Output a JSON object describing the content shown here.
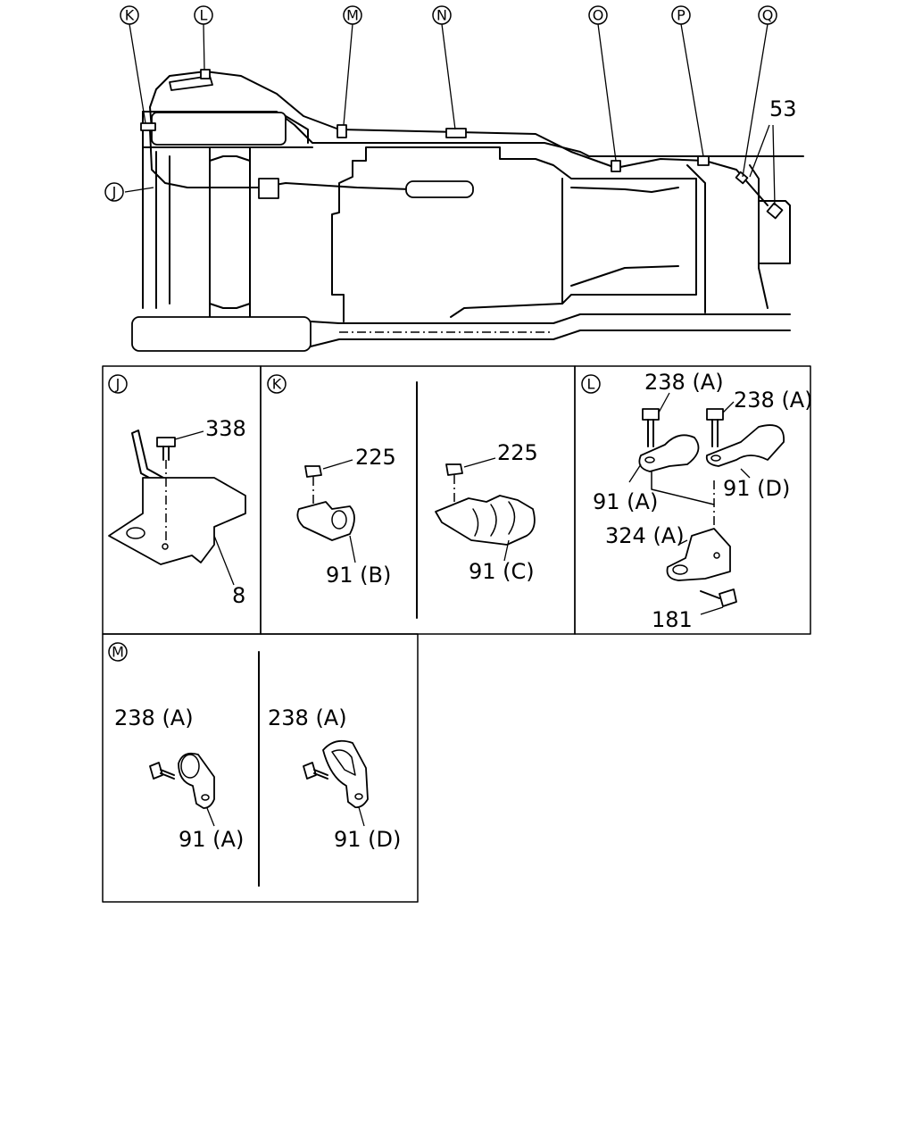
{
  "callouts": {
    "K": "K",
    "L": "L",
    "M": "M",
    "N": "N",
    "O": "O",
    "P": "P",
    "Q": "Q",
    "J": "J"
  },
  "overview_part": "53",
  "panels": {
    "J": {
      "id": "J",
      "parts": {
        "bolt": "338",
        "bracket": "8"
      }
    },
    "K": {
      "id": "K",
      "parts": {
        "nut_left": "225",
        "clip_left": "91 (B)",
        "nut_right": "225",
        "clip_right": "91 (C)"
      }
    },
    "L": {
      "id": "L",
      "parts": {
        "bolt_left": "238 (A)",
        "bolt_right": "238 (A)",
        "clip_left": "91 (A)",
        "clip_right": "91 (D)",
        "bracket": "324 (A)",
        "bolt_bottom": "181"
      }
    },
    "M": {
      "id": "M",
      "parts": {
        "bolt_left": "238 (A)",
        "clip_left": "91 (A)",
        "bolt_right": "238 (A)",
        "clip_right": "91 (D)"
      }
    }
  }
}
